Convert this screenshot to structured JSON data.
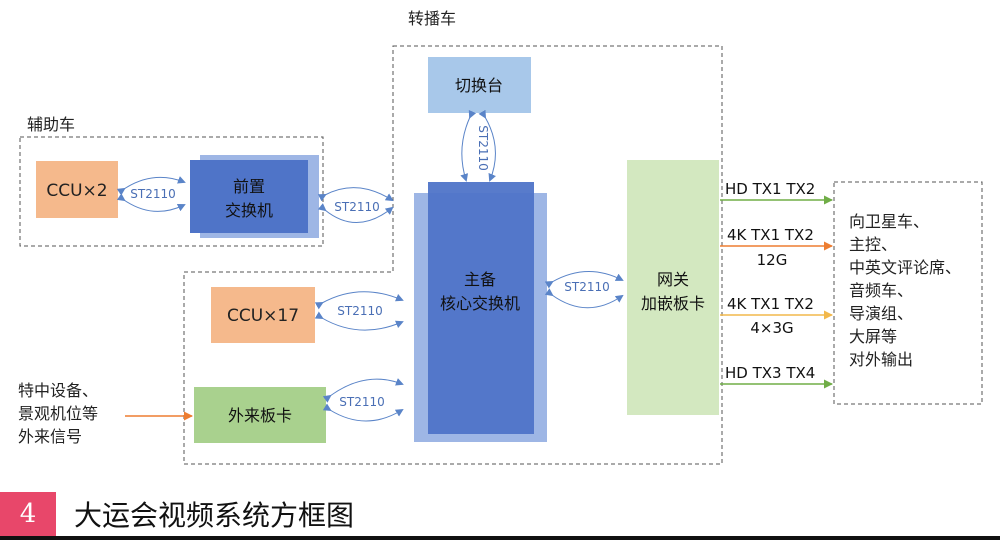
{
  "groups": {
    "aux_van": "辅助车",
    "broadcast_van": "转播车"
  },
  "nodes": {
    "ccu2": "CCU×2",
    "front_switch_line1": "前置",
    "front_switch_line2": "交换机",
    "switcher": "切换台",
    "core_switch_line1": "主备",
    "core_switch_line2": "核心交换机",
    "gateway_line1": "网关",
    "gateway_line2": "加嵌板卡",
    "ccu17": "CCU×17",
    "external_card": "外来板卡"
  },
  "links": {
    "st2110_ccu2": "ST2110",
    "st2110_front": "ST2110",
    "st2110_switcher": "ST2110",
    "st2110_gateway": "ST2110",
    "st2110_ccu17": "ST2110",
    "st2110_external": "ST2110"
  },
  "inputs": {
    "line1": "特中设备、",
    "line2": "景观机位等",
    "line3": "外来信号"
  },
  "outputs": {
    "hd_tx1_tx2": "HD TX1 TX2",
    "4k_tx1_tx2_a": "4K TX1 TX2",
    "4k_a_rate": "12G",
    "4k_tx1_tx2_b": "4K TX1 TX2",
    "4k_b_rate": "4×3G",
    "hd_tx3_tx4": "HD TX3 TX4"
  },
  "destinations": {
    "line1": "向卫星车、",
    "line2": "主控、",
    "line3": "中英文评论席、",
    "line4": "音频车、",
    "line5": "导演组、",
    "line6": "大屏等",
    "line7": "对外输出"
  },
  "caption": {
    "number": "4",
    "title": "大运会视频系统方框图"
  },
  "colors": {
    "ccu": "#f5b98c",
    "switch_blue": "#4f74c8",
    "switch_blue_light": "#8da9e0",
    "switcher_blue": "#a8c8ea",
    "gateway_green": "#d3e8c0",
    "external_green": "#a9d18e",
    "link_blue": "#5a84c8",
    "green_arrow": "#70ad47",
    "orange_arrow": "#ed7d31",
    "yellow_arrow": "#f2b84b",
    "caption_red": "#e8476a"
  }
}
